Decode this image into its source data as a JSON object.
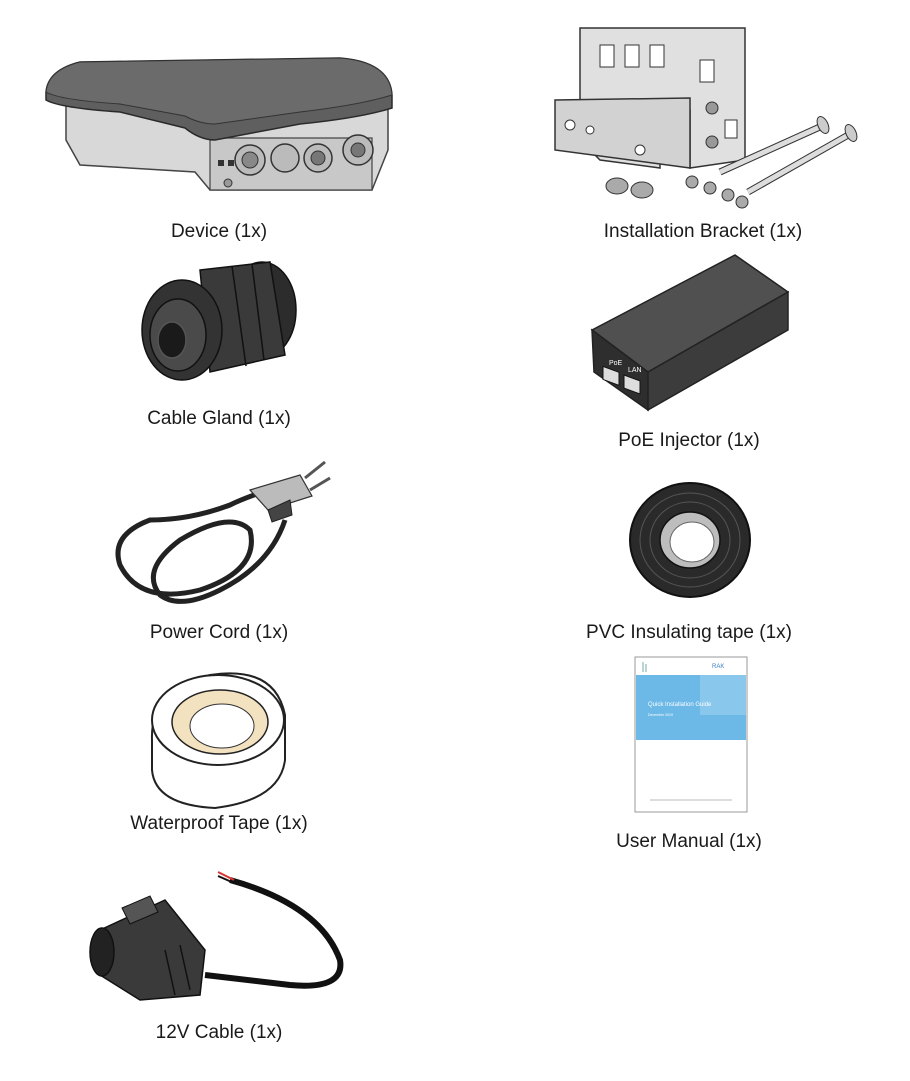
{
  "items": {
    "device": {
      "label": "Device (1x)"
    },
    "bracket": {
      "label": "Installation Bracket (1x)"
    },
    "gland": {
      "label": "Cable Gland (1x)"
    },
    "poe": {
      "label": "PoE Injector (1x)",
      "port_left": "PoE",
      "port_right": "LAN"
    },
    "cord": {
      "label": "Power Cord (1x)"
    },
    "pvc": {
      "label": "PVC Insulating tape (1x)"
    },
    "waterproof": {
      "label": "Waterproof Tape (1x)"
    },
    "manual": {
      "label": "User Manual (1x)",
      "brand": "RAK",
      "title": "Quick Installation Guide",
      "date": "December 2019"
    },
    "cable12v": {
      "label": "12V Cable (1x)"
    }
  },
  "colors": {
    "device_lid": "#5a5a5a",
    "device_body": "#d4d4d4",
    "poe_body": "#3a3a3a",
    "manual_band": "#5fb0e0",
    "tape_inner": "#f3e2c0"
  }
}
